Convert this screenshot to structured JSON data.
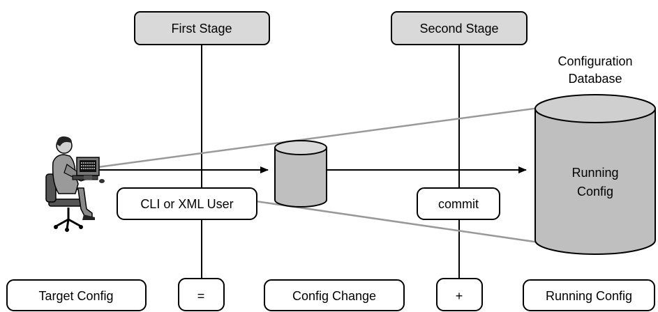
{
  "stages": {
    "first": "First Stage",
    "second": "Second Stage"
  },
  "database": {
    "label_line1": "Configuration",
    "label_line2": "Database",
    "running_line1": "Running",
    "running_line2": "Config"
  },
  "user": {
    "label": "CLI or XML User"
  },
  "commit": {
    "label": "commit"
  },
  "equation": {
    "target": "Target Config",
    "equals": "=",
    "change": "Config Change",
    "plus": "+",
    "running": "Running Config"
  },
  "colors": {
    "stage_fill": "#d9d9d9",
    "cylinder_fill": "#bfbfbf",
    "projection_line": "#999999",
    "stroke": "#000000"
  }
}
